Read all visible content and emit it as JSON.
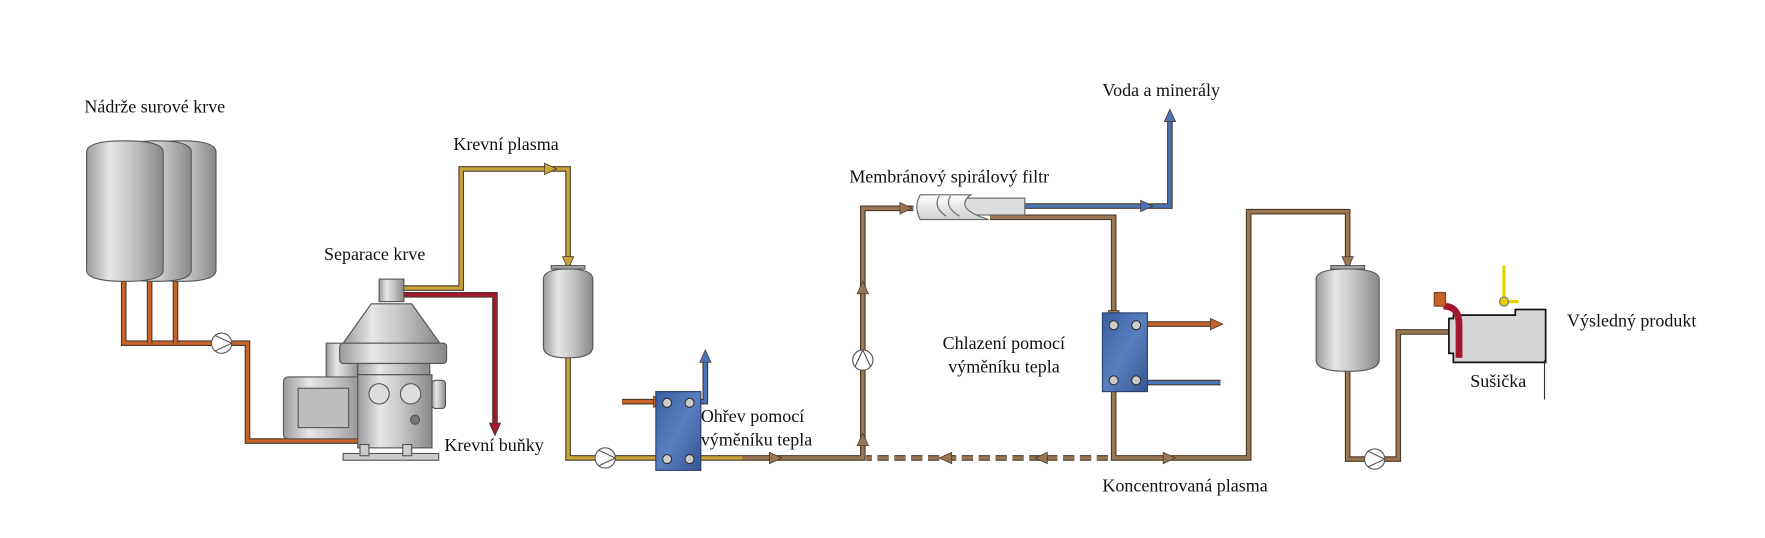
{
  "labels": {
    "raw_blood_tanks": "Nádrže surové krve",
    "blood_separation": "Separace krve",
    "blood_plasma": "Krevní plasma",
    "blood_cells": "Krevní buňky",
    "heating_line1": "Ohřev pomocí",
    "heating_line2": "výměníku tepla",
    "membrane_filter": "Membránový spirálový filtr",
    "water_minerals": "Voda a minerály",
    "cooling_line1": "Chlazení pomocí",
    "cooling_line2": "výměníku tepla",
    "concentrated_plasma": "Koncentrovaná plasma",
    "dryer": "Sušička",
    "final_product": "Výsledný produkt"
  },
  "colors": {
    "raw_blood": "#c8642a",
    "plasma": "#c9a43a",
    "blood_cells": "#a3172f",
    "process_plasma": "#9a7752",
    "water": "#4a74b8",
    "heat_exchanger": "#3f62a6",
    "hot_medium": "#c8642a"
  }
}
